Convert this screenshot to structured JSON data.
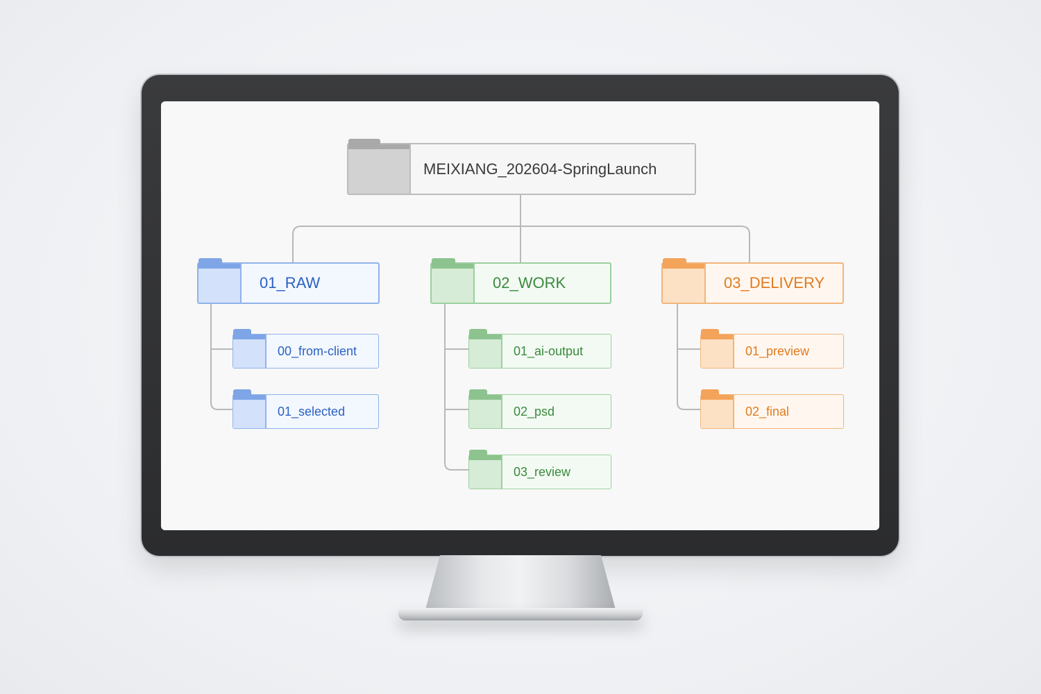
{
  "root": {
    "label": "MEIXIANG_202604-SpringLaunch",
    "icon": "folder-icon",
    "color": "#a9a9a9"
  },
  "branches": [
    {
      "label": "01_RAW",
      "icon": "folder-icon",
      "color": "#2a62c2",
      "children": [
        {
          "label": "00_from-client",
          "icon": "folder-icon"
        },
        {
          "label": "01_selected",
          "icon": "folder-icon"
        }
      ]
    },
    {
      "label": "02_WORK",
      "icon": "folder-icon",
      "color": "#3a8a3e",
      "children": [
        {
          "label": "01_ai-output",
          "icon": "folder-icon"
        },
        {
          "label": "02_psd",
          "icon": "folder-icon"
        },
        {
          "label": "03_review",
          "icon": "folder-icon"
        }
      ]
    },
    {
      "label": "03_DELIVERY",
      "icon": "folder-icon",
      "color": "#e07b1f",
      "children": [
        {
          "label": "01_preview",
          "icon": "folder-icon"
        },
        {
          "label": "02_final",
          "icon": "folder-icon"
        }
      ]
    }
  ]
}
